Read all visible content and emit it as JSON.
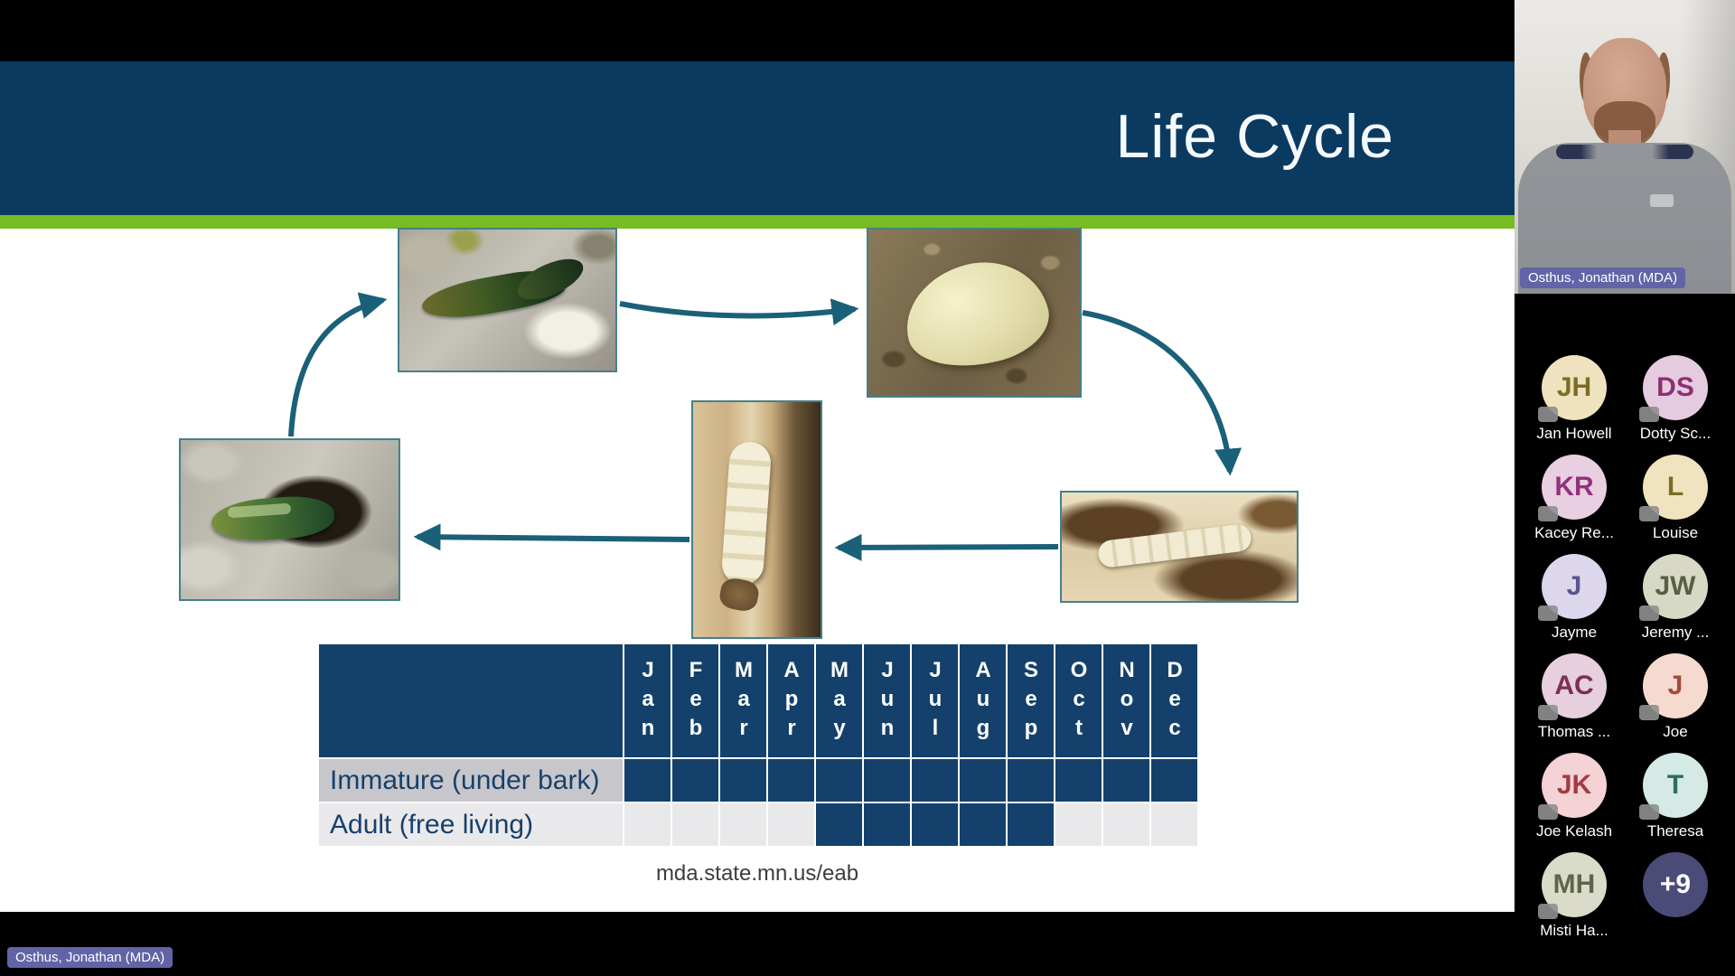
{
  "slide": {
    "title": "Life Cycle",
    "footer_url": "mda.state.mn.us/eab",
    "photos": [
      {
        "id": "adult-beetles",
        "label": "adult emerald ash borer beetles on bark"
      },
      {
        "id": "egg",
        "label": "egg on bark"
      },
      {
        "id": "larva",
        "label": "larva in gallery under bark"
      },
      {
        "id": "pupa",
        "label": "pupa in chamber in wood"
      },
      {
        "id": "adult-emerging",
        "label": "adult emerging from exit hole in bark"
      }
    ],
    "table": {
      "months": [
        "Jan",
        "Feb",
        "Mar",
        "Apr",
        "May",
        "Jun",
        "Jul",
        "Aug",
        "Sep",
        "Oct",
        "Nov",
        "Dec"
      ],
      "rows": [
        {
          "label": "Immature (under bark)",
          "filled": [
            1,
            1,
            1,
            1,
            1,
            1,
            1,
            1,
            1,
            1,
            1,
            1
          ]
        },
        {
          "label": "Adult (free living)",
          "filled": [
            0,
            0,
            0,
            0,
            1,
            1,
            1,
            1,
            1,
            0,
            0,
            0
          ]
        }
      ]
    },
    "colors": {
      "header_navy": "#0b3a61",
      "accent_green": "#76bc22",
      "table_navy": "#14416b",
      "arrow_teal": "#1a6078",
      "name_tag_purple": "#6264a7"
    }
  },
  "meeting": {
    "presenter_label": "Osthus, Jonathan (MDA)",
    "participants": [
      {
        "initials": "JH",
        "name": "Jan Howell",
        "bg": "#efe2bf",
        "fg": "#7c6d24"
      },
      {
        "initials": "DS",
        "name": "Dotty Sc...",
        "bg": "#e5cbe0",
        "fg": "#8d2f72"
      },
      {
        "initials": "KR",
        "name": "Kacey Re...",
        "bg": "#e8cfe2",
        "fg": "#93317a"
      },
      {
        "initials": "L",
        "name": "Louise",
        "bg": "#f0e4c0",
        "fg": "#7c6d24"
      },
      {
        "initials": "J",
        "name": "Jayme",
        "bg": "#dcd7ec",
        "fg": "#5c548e"
      },
      {
        "initials": "JW",
        "name": "Jeremy ...",
        "bg": "#d7d9c5",
        "fg": "#575f43"
      },
      {
        "initials": "AC",
        "name": "Thomas ...",
        "bg": "#e7cfdd",
        "fg": "#7c2f55"
      },
      {
        "initials": "J",
        "name": "Joe",
        "bg": "#f7dacf",
        "fg": "#a34a38"
      },
      {
        "initials": "JK",
        "name": "Joe Kelash",
        "bg": "#f4d2d5",
        "fg": "#a23b44"
      },
      {
        "initials": "T",
        "name": "Theresa",
        "bg": "#d5e9e5",
        "fg": "#2e6b61"
      },
      {
        "initials": "MH",
        "name": "Misti Ha...",
        "bg": "#dadcc9",
        "fg": "#5e6549"
      },
      {
        "initials": "+9",
        "name": "",
        "bg": "#4b4b78",
        "fg": "#ffffff"
      }
    ]
  }
}
